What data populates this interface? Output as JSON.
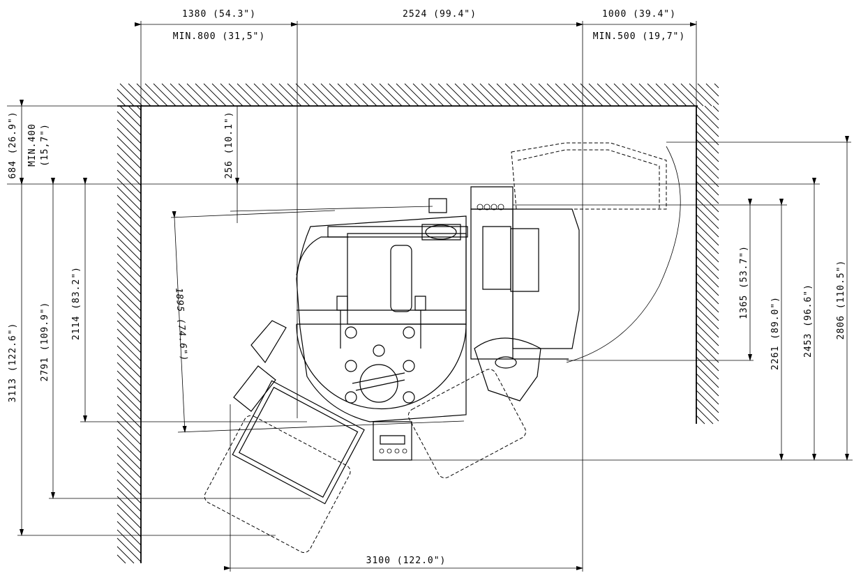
{
  "dimensions": {
    "top_left": "1380 (54.3\")",
    "top_left_min": "MIN.800 (31,5\")",
    "top_middle": "2524 (99.4\")",
    "top_right": "1000 (39.4\")",
    "top_right_min": "MIN.500 (19,7\")",
    "left_top": "684 (26.9\")",
    "left_top_min_a": "MIN.400",
    "left_top_min_b": "(15,7\")",
    "gap_top": "256 (10.1\")",
    "left_total": "3113 (122.6\")",
    "left_mid": "2791 (109.9\")",
    "left_inner": "2114 (83.2\")",
    "diagonal": "1895 (74.6\")",
    "right_a": "1365 (53.7\")",
    "right_b": "2261 (89.0\")",
    "right_c": "2453 (96.6\")",
    "right_d": "2806 (110.5\")",
    "bottom": "3100 (122.0\")"
  }
}
